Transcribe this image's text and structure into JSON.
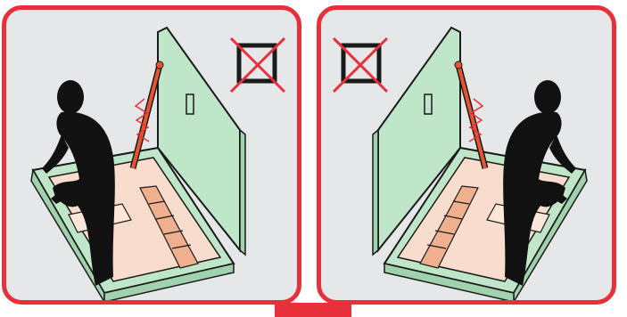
{
  "colors": {
    "frame": "#e8303a",
    "panel_background": "#e6e7e8",
    "hatch_green": "#bfe6c8",
    "hatch_green_dark": "#9fd2ad",
    "strut": "#e8542e",
    "stair_wood": "#f0b08f",
    "silhouette": "#111111",
    "outline": "#1a1a1a",
    "no_symbol": "#e8303a"
  },
  "panels": [
    {
      "id": "left",
      "prohibited_symbol": "crossed-box-icon",
      "person_side": "left",
      "strut_side": "left"
    },
    {
      "id": "right",
      "prohibited_symbol": "crossed-box-icon",
      "person_side": "right",
      "strut_side": "right"
    }
  ]
}
